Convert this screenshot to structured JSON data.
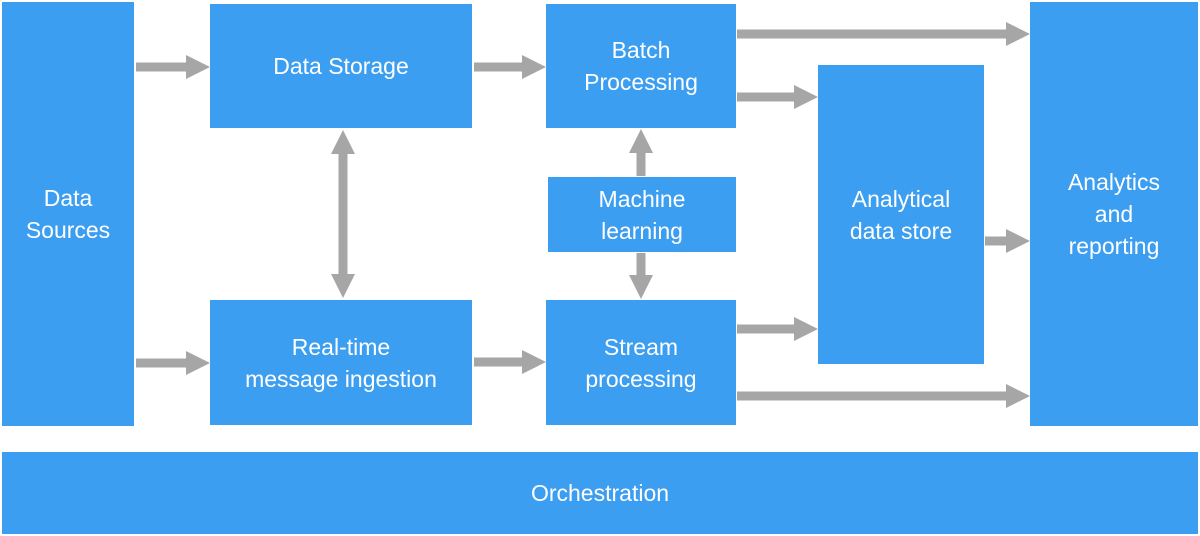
{
  "diagram": {
    "colors": {
      "box_fill": "#3c9ef0",
      "box_text": "#ffffff",
      "arrow": "#a6a6a6"
    },
    "nodes": {
      "data_sources": "Data\nSources",
      "data_storage": "Data Storage",
      "batch_processing": "Batch\nProcessing",
      "machine_learning": "Machine\nlearning",
      "realtime_ingestion": "Real-time\nmessage ingestion",
      "stream_processing": "Stream\nprocessing",
      "analytical_store": "Analytical\ndata store",
      "analytics_reporting": "Analytics\nand\nreporting",
      "orchestration": "Orchestration"
    },
    "edges": [
      {
        "from": "data_sources",
        "to": "data_storage",
        "direction": "one-way"
      },
      {
        "from": "data_sources",
        "to": "realtime_ingestion",
        "direction": "one-way"
      },
      {
        "from": "data_storage",
        "to": "batch_processing",
        "direction": "one-way"
      },
      {
        "from": "data_storage",
        "to": "realtime_ingestion",
        "direction": "two-way"
      },
      {
        "from": "realtime_ingestion",
        "to": "stream_processing",
        "direction": "one-way"
      },
      {
        "from": "machine_learning",
        "to": "batch_processing",
        "direction": "one-way"
      },
      {
        "from": "machine_learning",
        "to": "stream_processing",
        "direction": "one-way"
      },
      {
        "from": "batch_processing",
        "to": "analytics_reporting",
        "direction": "one-way"
      },
      {
        "from": "batch_processing",
        "to": "analytical_store",
        "direction": "one-way"
      },
      {
        "from": "stream_processing",
        "to": "analytical_store",
        "direction": "one-way"
      },
      {
        "from": "stream_processing",
        "to": "analytics_reporting",
        "direction": "one-way"
      },
      {
        "from": "analytical_store",
        "to": "analytics_reporting",
        "direction": "one-way"
      }
    ]
  }
}
